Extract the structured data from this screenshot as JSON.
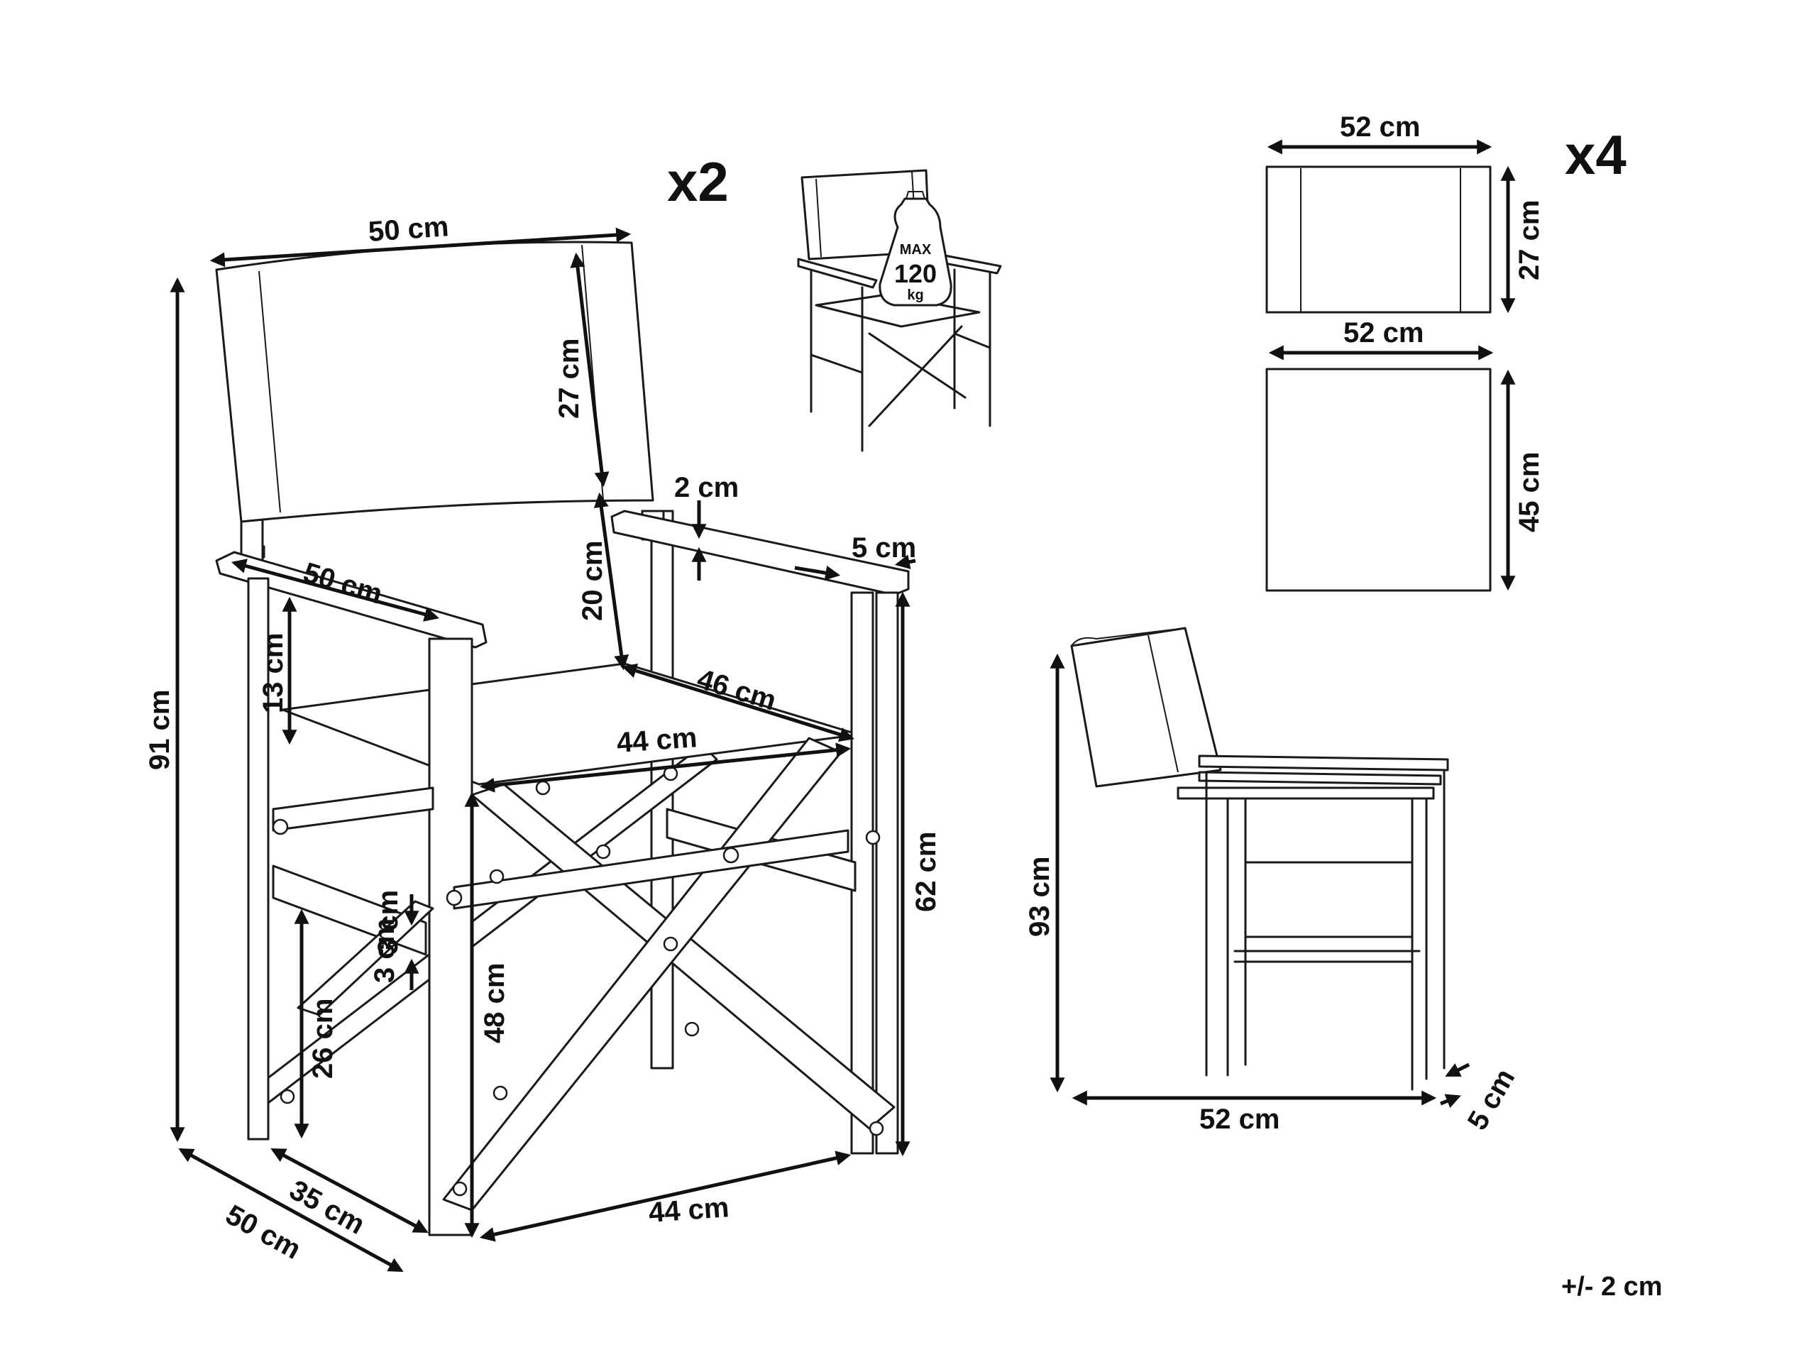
{
  "labels": {
    "backrest_width": "50 cm",
    "backrest_height": "27 cm",
    "back_to_seat": "20 cm",
    "armrest_length": "50 cm",
    "armrest_thickness": "2 cm",
    "armrest_width": "5 cm",
    "armrest_to_seat": "13 cm",
    "seat_depth": "46 cm",
    "seat_width": "44 cm",
    "total_height": "91 cm",
    "arm_height": "62 cm",
    "seat_height": "48 cm",
    "crossbar_size": "3 cm",
    "crossbar_size_2": "3 cm",
    "stretcher_height": "26 cm",
    "base_depth_outer": "50 cm",
    "base_depth_inner": "35 cm",
    "base_width": "44 cm",
    "quantity_chairs": "x2",
    "quantity_covers": "x4",
    "cover_back_width": "52 cm",
    "cover_back_height": "27 cm",
    "cover_seat_width": "52 cm",
    "cover_seat_height": "45 cm",
    "folded_height": "93 cm",
    "folded_depth": "52 cm",
    "folded_thickness": "5 cm",
    "tolerance": "+/- 2 cm"
  },
  "badge": {
    "top": "MAX",
    "value": "120",
    "unit": "kg"
  }
}
